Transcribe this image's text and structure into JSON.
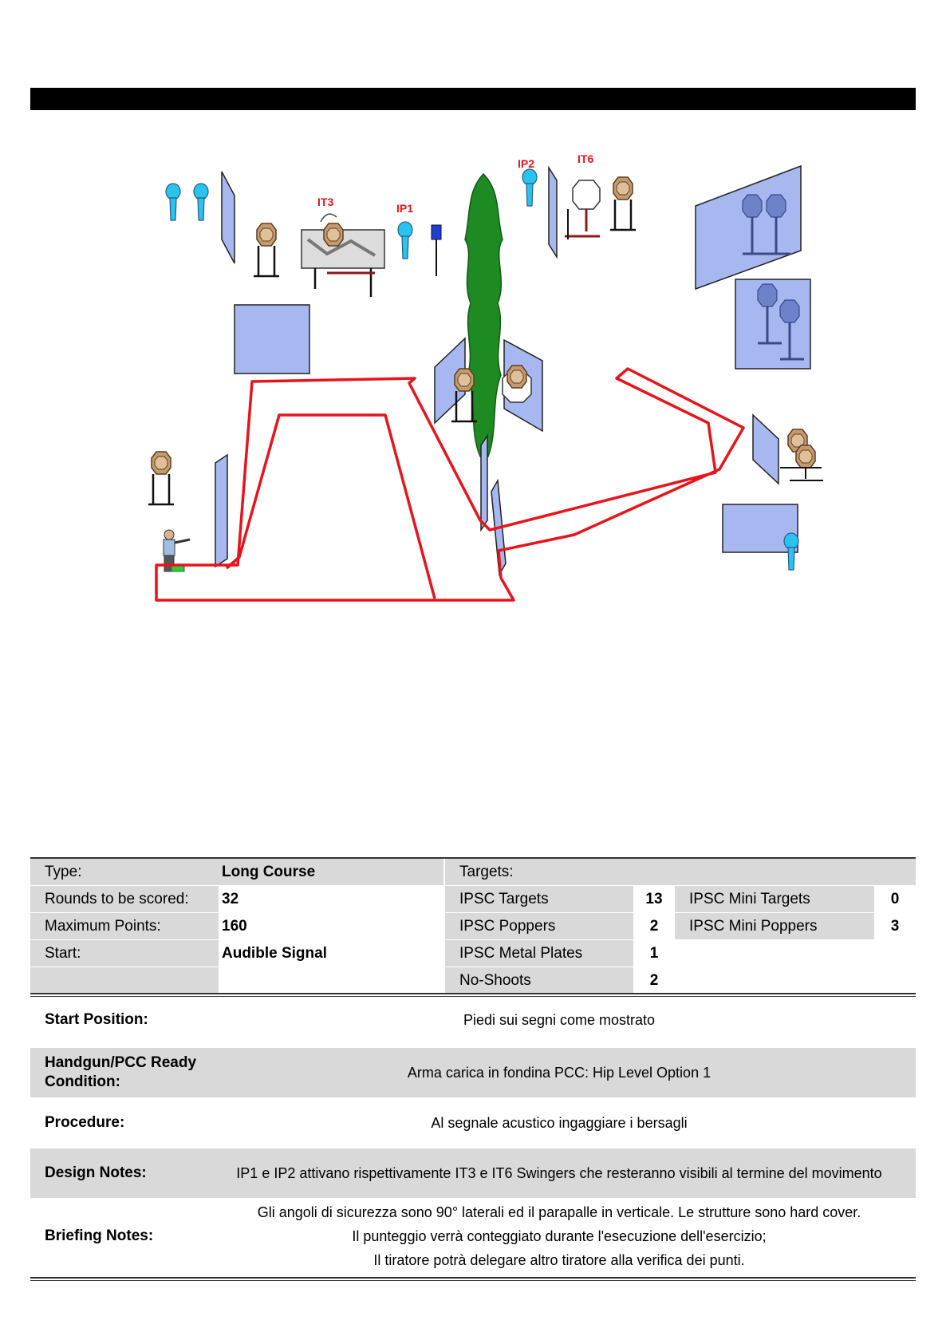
{
  "header": {
    "title": ""
  },
  "diagram": {
    "labels": [
      "IT3",
      "IP1",
      "IP2",
      "IT6"
    ]
  },
  "summary": {
    "type_label": "Type:",
    "type_value": "Long Course",
    "rounds_label": "Rounds to be scored:",
    "rounds_value": "32",
    "points_label": "Maximum Points:",
    "points_value": "160",
    "start_label": "Start:",
    "start_value": "Audible Signal",
    "targets_label": "Targets:",
    "ipsc_targets_label": "IPSC Targets",
    "ipsc_targets_value": "13",
    "ipsc_poppers_label": "IPSC Poppers",
    "ipsc_poppers_value": "2",
    "ipsc_metal_label": "IPSC Metal Plates",
    "ipsc_metal_value": "1",
    "no_shoots_label": "No-Shoots",
    "no_shoots_value": "2",
    "mini_targets_label": "IPSC Mini Targets",
    "mini_targets_value": "0",
    "mini_poppers_label": "IPSC Mini Poppers",
    "mini_poppers_value": "3"
  },
  "notes": {
    "start_position_label": "Start Position:",
    "start_position_value": "Piedi sui segni come mostrato",
    "ready_label": "Handgun/PCC Ready Condition:",
    "ready_value": "Arma carica in fondina PCC: Hip Level Option 1",
    "procedure_label": "Procedure:",
    "procedure_value": "Al segnale acustico ingaggiare i bersagli",
    "design_label": "Design Notes:",
    "design_value": "IP1 e IP2 attivano rispettivamente IT3 e IT6 Swingers che resteranno visibili al termine del movimento",
    "briefing_label": "Briefing Notes:",
    "briefing_line1": "Gli angoli di sicurezza sono 90° laterali ed il parapalle in verticale. Le strutture sono hard cover.",
    "briefing_line2": "Il punteggio verrà conteggiato durante l'esecuzione dell'esercizio;",
    "briefing_line3": "Il tiratore potrà delegare altro tiratore alla verifica dei punti."
  },
  "colors": {
    "path": "#e8141c",
    "wall": "#a7b8f0",
    "popper": "#28c4ef",
    "tree": "#1e8a22",
    "target": "#c79a6c"
  }
}
